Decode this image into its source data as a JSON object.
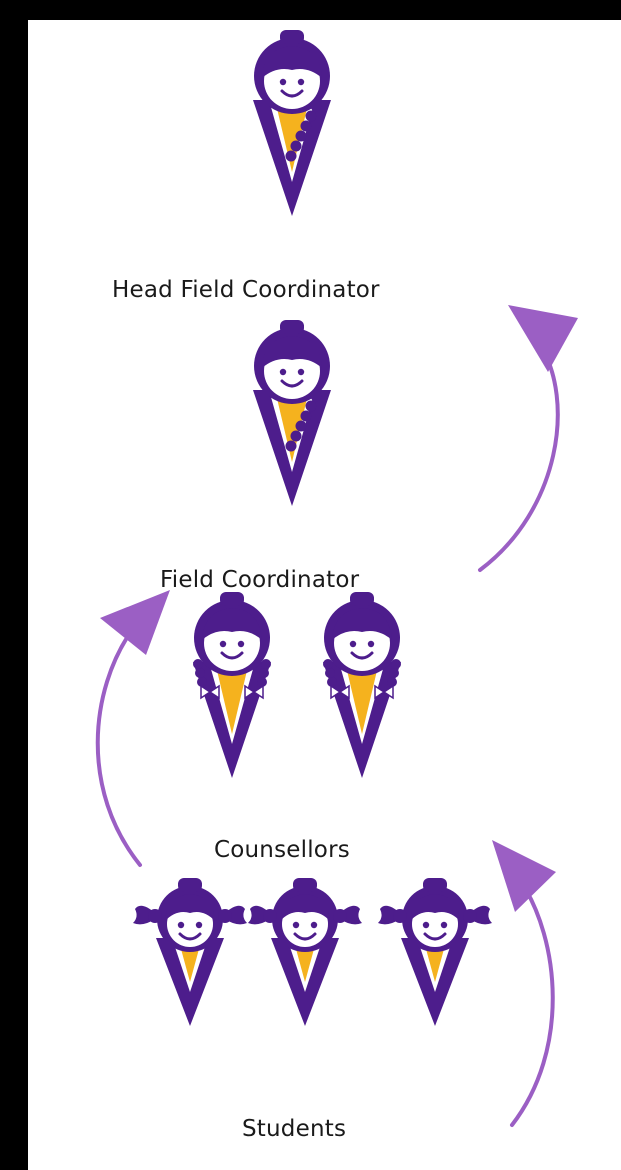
{
  "colors": {
    "purple": "#4d1d8c",
    "gold": "#f5b21e",
    "arrow": "#9b5fc4",
    "background": "#ffffff",
    "frame": "#000000"
  },
  "levels": [
    {
      "label": "Head Field Coordinator",
      "figure": "girl-braid-icon",
      "count": 1
    },
    {
      "label": "Field Coordinator",
      "figure": "girl-braid-icon",
      "count": 1
    },
    {
      "label": "Counsellors",
      "figure": "girl-bows-icon",
      "count": 2
    },
    {
      "label": "Students",
      "figure": "girl-pigtails-icon",
      "count": 3
    }
  ],
  "arrows": [
    {
      "from": "Students",
      "to": "Counsellors",
      "icon": "curved-arrow-icon"
    },
    {
      "from": "Counsellors",
      "to": "Field Coordinator",
      "icon": "curved-arrow-icon"
    },
    {
      "from": "Field Coordinator",
      "to": "Head Field Coordinator",
      "icon": "curved-arrow-icon"
    }
  ]
}
